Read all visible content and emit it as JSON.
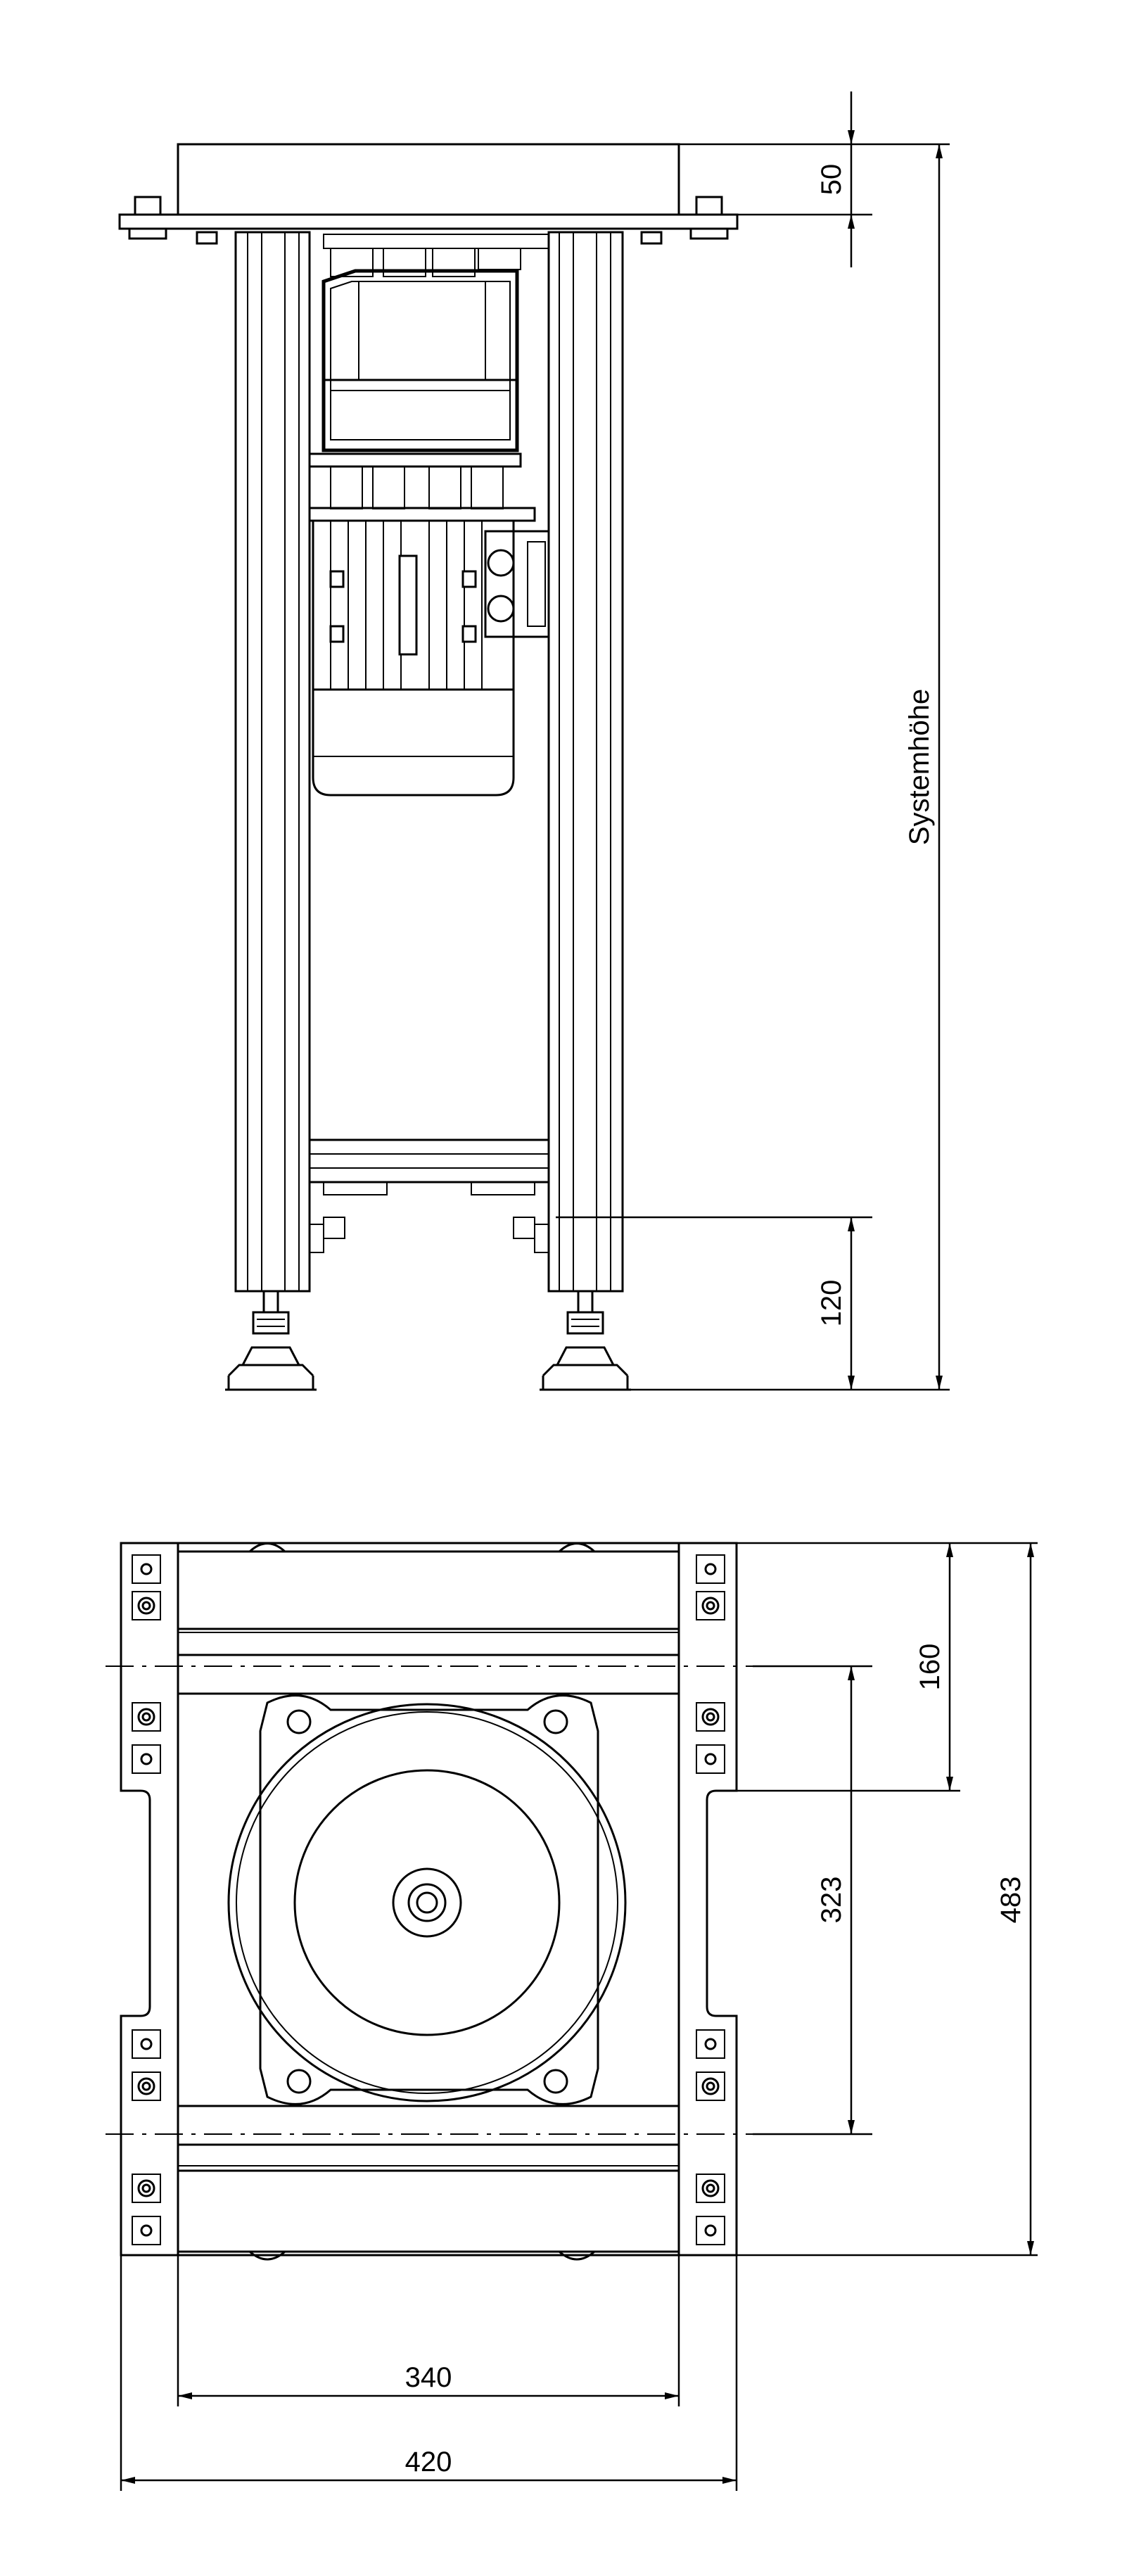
{
  "dimensions": {
    "top_plate_height": "50",
    "system_height": "Systemhöhe",
    "foot_height": "120",
    "offset_160": "160",
    "center_distance": "323",
    "total_depth": "483",
    "inner_width": "340",
    "outer_width": "420"
  }
}
